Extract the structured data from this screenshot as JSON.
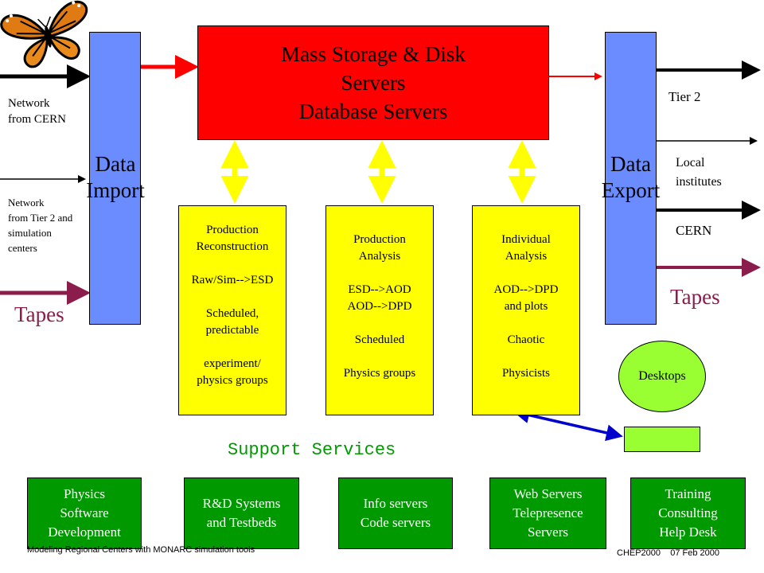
{
  "central": {
    "title": "Mass Storage & Disk\nServers\nDatabase Servers",
    "color": "#ff0000"
  },
  "import_bar": {
    "label": "Data\nImport",
    "color": "#6b8cff"
  },
  "export_bar": {
    "label": "Data\nExport",
    "color": "#6b8cff"
  },
  "inputs": {
    "network_cern": "Network\nfrom CERN",
    "network_tier2": "Network\nfrom Tier 2 and\nsimulation\n centers",
    "tapes": "Tapes"
  },
  "outputs": {
    "tier2": "Tier 2",
    "local_institutes": "Local\ninstitutes",
    "cern": "CERN",
    "tapes": "Tapes"
  },
  "processing": [
    {
      "text": "Production\nReconstruction\n\nRaw/Sim-->ESD\n\nScheduled,\n predictable\n\nexperiment/\nphysics groups"
    },
    {
      "text": "Production\nAnalysis\n\nESD-->AOD\nAOD-->DPD\n\nScheduled\n\nPhysics groups"
    },
    {
      "text": "Individual\nAnalysis\n\nAOD-->DPD\nand plots\n\nChaotic\n\nPhysicists"
    }
  ],
  "desktops": {
    "label": "Desktops",
    "color": "#99ff33"
  },
  "support": {
    "heading": "Support Services",
    "items": [
      {
        "text": "Physics\nSoftware\nDevelopment"
      },
      {
        "text": "R&D Systems\nand Testbeds"
      },
      {
        "text": "Info servers\nCode servers"
      },
      {
        "text": "Web Servers\nTelepresence\nServers"
      },
      {
        "text": "Training\nConsulting\nHelp Desk"
      }
    ]
  },
  "footer": {
    "left": "Modeling Regional Centers  with MONARC  simulation tools",
    "right": "CHEP2000    07 Feb 2000"
  },
  "colors": {
    "box_green": "#009900",
    "box_yellow": "#ffff00",
    "arrow_red": "#ff0000",
    "arrow_purple": "#8a1d4b",
    "link_blue": "#0000cc",
    "support_heading": "#009900"
  },
  "icons": {
    "logo": "butterfly-icon"
  }
}
